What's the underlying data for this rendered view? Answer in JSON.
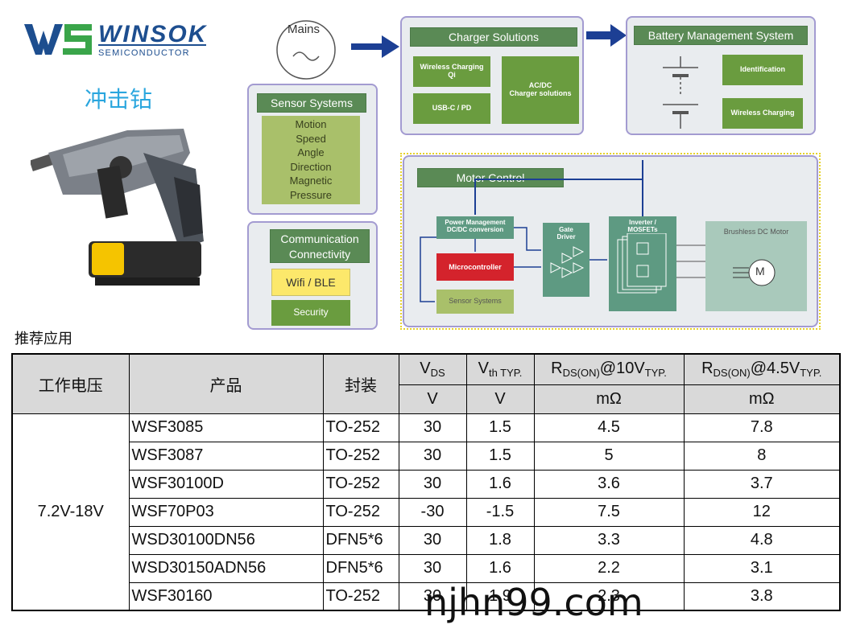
{
  "brand": {
    "logo_mark": "WS",
    "name": "WINSOK",
    "subtitle": "SEMICONDUCTOR",
    "colors": {
      "blue": "#1d4e8f",
      "green": "#3aa54a"
    }
  },
  "product_title": "冲击钻",
  "diagram": {
    "mains": "Mains",
    "sensor_systems": {
      "title": "Sensor Systems",
      "items": [
        "Motion",
        "Speed",
        "Angle",
        "Direction",
        "Magnetic",
        "Pressure"
      ]
    },
    "communication": {
      "title_line1": "Communication",
      "title_line2": "Connectivity",
      "wifi": "Wifi / BLE",
      "security": "Security"
    },
    "charger": {
      "title": "Charger Solutions",
      "wireless_line1": "Wireless Charging",
      "wireless_line2": "Qi",
      "usbc": "USB-C / PD",
      "acdc_line1": "AC/DC",
      "acdc_line2": "Charger solutions"
    },
    "bms": {
      "title": "Battery Management System",
      "identification": "Identification",
      "wireless": "Wireless Charging"
    },
    "motor": {
      "title": "Motor Control",
      "pm_line1": "Power Management",
      "pm_line2": "DC/DC conversion",
      "mcu": "Microcontroller",
      "sensor": "Sensor Systems",
      "gate_line1": "Gate",
      "gate_line2": "Driver",
      "inv_line1": "Inverter /",
      "inv_line2": "MOSFETs",
      "bldc": "Brushless DC Motor",
      "motor_symbol": "M"
    }
  },
  "recommend_label": "推荐应用",
  "table": {
    "headers": {
      "voltage": "工作电压",
      "product": "产品",
      "package": "封装",
      "vds_main": "V",
      "vds_sub": "DS",
      "vth_main": "V",
      "vth_sub": "th TYP.",
      "r10_main": "R",
      "r10_sub1": "DS(ON)",
      "r10_mid": "@10V",
      "r10_sub2": "TYP.",
      "r45_main": "R",
      "r45_sub1": "DS(ON)",
      "r45_mid": "@4.5V",
      "r45_sub2": "TYP."
    },
    "units": {
      "vds": "V",
      "vth": "V",
      "r10": "mΩ",
      "r45": "mΩ"
    },
    "voltage_range": "7.2V-18V",
    "rows": [
      {
        "product": "WSF3085",
        "package": "TO-252",
        "vds": "30",
        "vth": "1.5",
        "r10": "4.5",
        "r45": "7.8"
      },
      {
        "product": "WSF3087",
        "package": "TO-252",
        "vds": "30",
        "vth": "1.5",
        "r10": "5",
        "r45": "8"
      },
      {
        "product": "WSF30100D",
        "package": "TO-252",
        "vds": "30",
        "vth": "1.6",
        "r10": "3.6",
        "r45": "3.7"
      },
      {
        "product": "WSF70P03",
        "package": "TO-252",
        "vds": "-30",
        "vth": "-1.5",
        "r10": "7.5",
        "r45": "12"
      },
      {
        "product": "WSD30100DN56",
        "package": "DFN5*6",
        "vds": "30",
        "vth": "1.8",
        "r10": "3.3",
        "r45": "4.8"
      },
      {
        "product": "WSD30150ADN56",
        "package": "DFN5*6",
        "vds": "30",
        "vth": "1.6",
        "r10": "2.2",
        "r45": "3.1"
      },
      {
        "product": "WSF30160",
        "package": "TO-252",
        "vds": "30",
        "vth": "1.9",
        "r10": "2.3",
        "r45": "3.8"
      }
    ]
  },
  "watermark": "njhn99.com"
}
